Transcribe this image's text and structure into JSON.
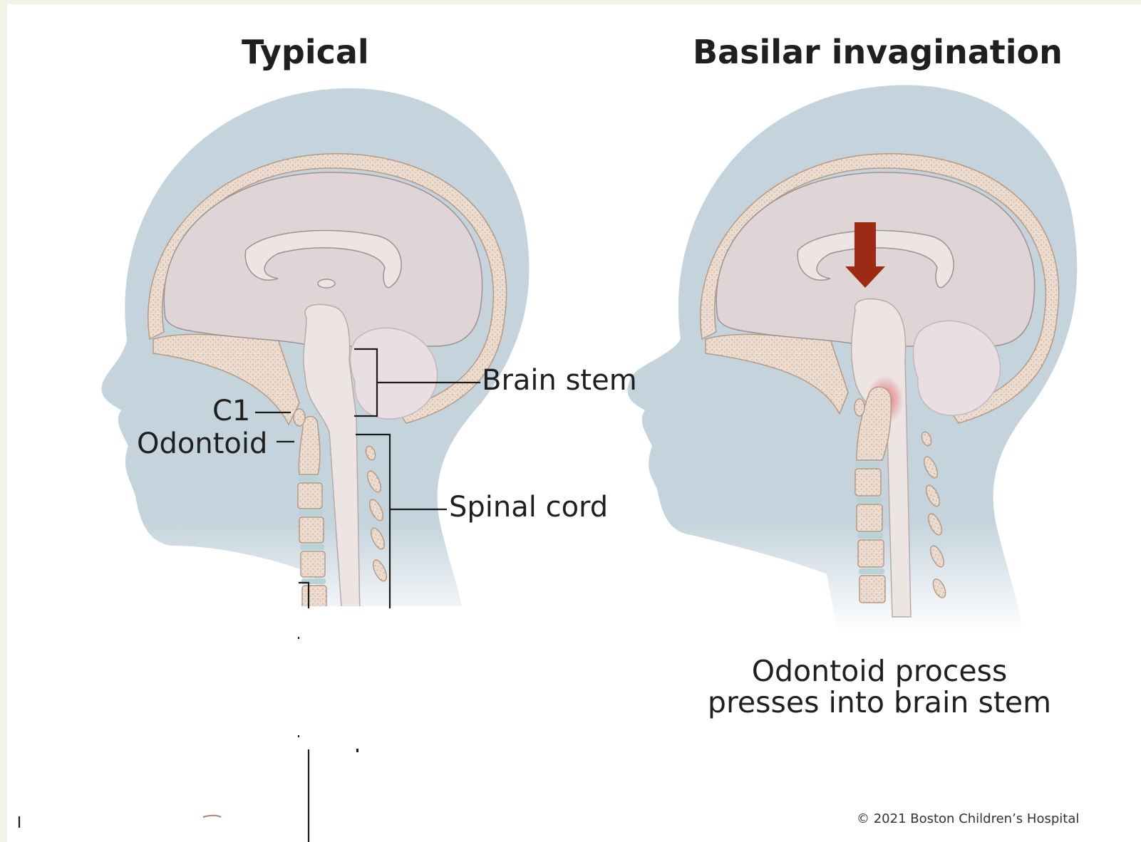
{
  "panels": {
    "typical": {
      "title": "Typical",
      "labels": {
        "c1": "C1",
        "odontoid": "Odontoid",
        "brain_stem": "Brain stem",
        "spinal_cord": "Spinal cord"
      }
    },
    "basilar": {
      "title": "Basilar invagination",
      "caption_line1": "Odontoid process",
      "caption_line2": "presses into brain stem"
    }
  },
  "copyright": "© 2021 Boston Children’s Hospital",
  "colors": {
    "head": "#c4d3dc",
    "brain": "#dfd4d6",
    "cerebellum": "#e9dfe2",
    "skull": "#ecdccf",
    "bone_dots": "#c7a58f",
    "stem": "#ece5e3",
    "disc": "#b9d2d8",
    "arrow": "#9c2a14",
    "compression_glow": "#e0404a"
  },
  "icons": {
    "pressure_arrow": "down-arrow-icon"
  }
}
